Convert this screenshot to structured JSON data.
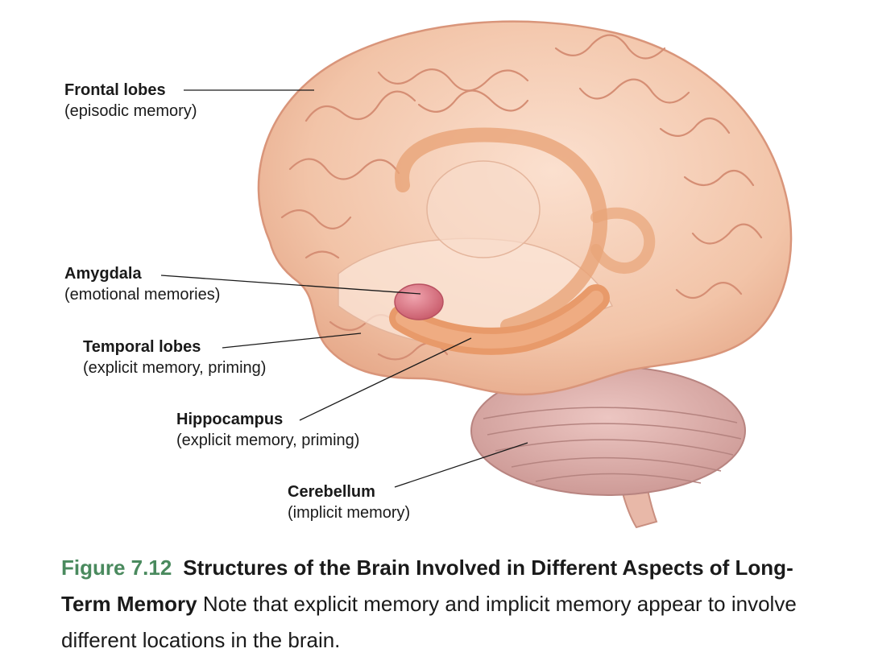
{
  "labels": [
    {
      "name": "Frontal lobes",
      "desc": "(episodic memory)"
    },
    {
      "name": "Amygdala",
      "desc": "(emotional memories)"
    },
    {
      "name": "Temporal lobes",
      "desc": "(explicit memory, priming)"
    },
    {
      "name": "Hippocampus",
      "desc": "(explicit memory, priming)"
    },
    {
      "name": "Cerebellum",
      "desc": "(implicit memory)"
    }
  ],
  "caption": {
    "figure_number": "Figure 7.12",
    "title": "Structures of the Brain Involved in Different Aspects of Long-Term Memory",
    "text": "Note that explicit memory and implicit memory appear to involve different locations in the brain."
  },
  "colors": {
    "cortex": "#f2c4a8",
    "cortex_outline": "#d9957a",
    "hippocampus": "#e89a6a",
    "amygdala": "#d9707e",
    "cerebellum": "#d9aaa6",
    "accent_green": "#4a8a5e"
  }
}
